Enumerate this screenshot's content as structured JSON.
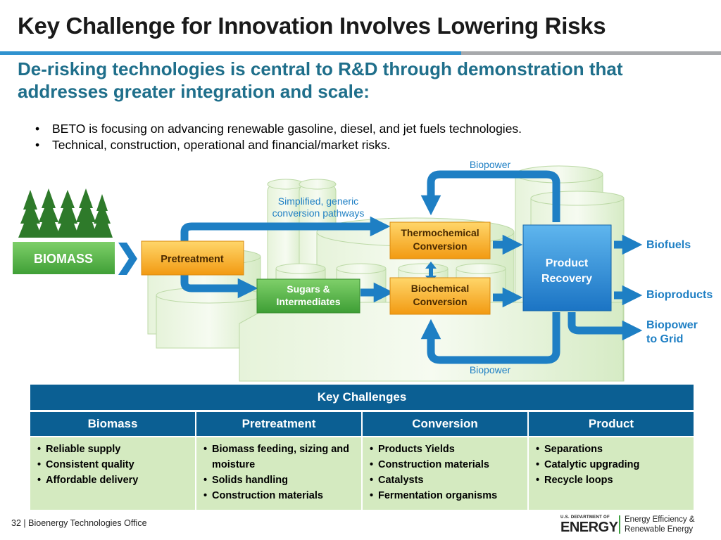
{
  "slide": {
    "title": "Key Challenge for Innovation Involves Lowering Risks",
    "subtitle": "De-risking technologies is central to R&D through demonstration that  addresses greater integration and scale:",
    "bullets": [
      "BETO is focusing on advancing renewable gasoline, diesel, and jet fuels technologies.",
      "Technical, construction, operational and financial/market risks."
    ]
  },
  "diagram": {
    "biomass": "BIOMASS",
    "pretreatment": "Pretreatment",
    "sugars_line1": "Sugars &",
    "sugars_line2": "Intermediates",
    "thermo_line1": "Thermochemical",
    "thermo_line2": "Conversion",
    "bio_line1": "Biochemical",
    "bio_line2": "Conversion",
    "product_line1": "Product",
    "product_line2": "Recovery",
    "simplified_line1": "Simplified, generic",
    "simplified_line2": "conversion pathways",
    "biopower_top": "Biopower",
    "biopower_bottom": "Biopower",
    "out_biofuels": "Biofuels",
    "out_bioproducts": "Bioproducts",
    "out_grid_line1": "Biopower",
    "out_grid_line2": "to Grid"
  },
  "table": {
    "header": "Key Challenges",
    "columns": [
      "Biomass",
      "Pretreatment",
      "Conversion",
      "Product"
    ],
    "cells": [
      [
        "Reliable supply",
        "Consistent quality",
        "Affordable delivery"
      ],
      [
        "Biomass feeding, sizing and moisture",
        "Solids handling",
        "Construction materials"
      ],
      [
        "Products Yields",
        "Construction materials",
        "Catalysts",
        "Fermentation organisms"
      ],
      [
        "Separations",
        "Catalytic upgrading",
        "Recycle loops"
      ]
    ]
  },
  "footer": {
    "page": "32",
    "separator": "|",
    "office": "Bioenergy Technologies Office"
  },
  "logo": {
    "small": "U.S. DEPARTMENT OF",
    "big": "ENERGY",
    "eere_line1": "Energy Efficiency &",
    "eere_line2": "Renewable Energy"
  },
  "colors": {
    "title_rule": "#2f92cf",
    "subtitle": "#1f6f8b",
    "table_header": "#0b5f93",
    "table_body": "#d4eac0",
    "arrow": "#1e7fc4",
    "biomass_box": "#56b847",
    "orange_box": "#f7a51c",
    "product_box": "#2a8fd6"
  }
}
